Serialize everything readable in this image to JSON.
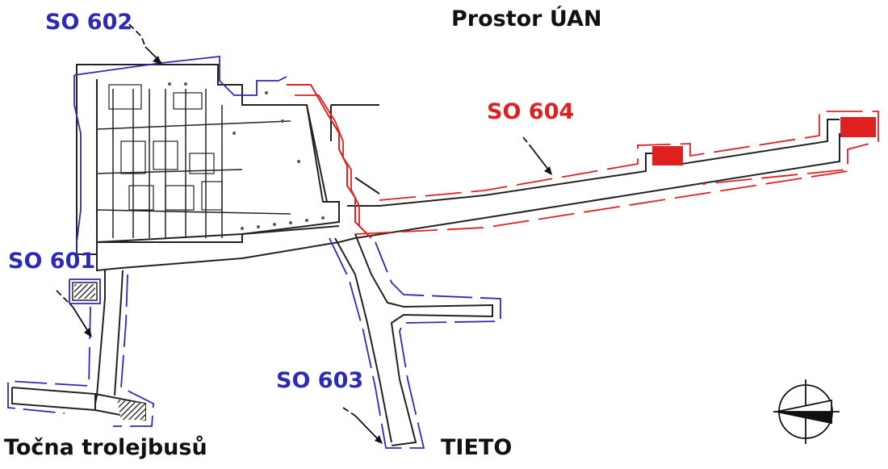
{
  "labels": {
    "so602": "SO 602",
    "prostor_uan": "Prostor ÚAN",
    "so604": "SO 604",
    "so601": "SO 601",
    "so603": "SO 603",
    "tocna": "Točna trolejbusů",
    "tieto": "TIETO"
  },
  "colors": {
    "blue": "#2b2bb8",
    "red": "#e02020",
    "black": "#111111"
  },
  "icons": {
    "compass": "north-arrow-icon"
  }
}
